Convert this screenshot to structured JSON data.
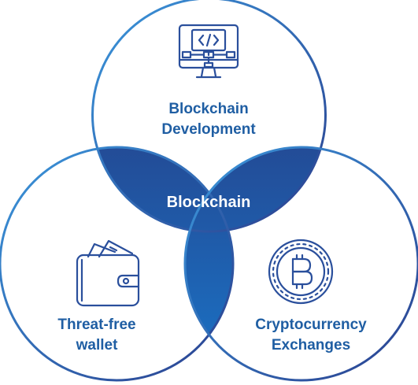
{
  "diagram": {
    "center_label": "Blockchain",
    "circles": [
      {
        "id": "top",
        "lines": [
          "Blockchain",
          "Development"
        ],
        "icon": "computer-code-icon"
      },
      {
        "id": "left",
        "lines": [
          "Threat-free",
          "wallet"
        ],
        "icon": "wallet-icon"
      },
      {
        "id": "right",
        "lines": [
          "Cryptocurrency",
          "Exchanges"
        ],
        "icon": "bitcoin-coin-icon"
      }
    ]
  },
  "colors": {
    "text": "#1f5ea3",
    "center_text": "#ffffff",
    "gradient_start": "#2e8ad6",
    "gradient_end": "#2a3f8e",
    "icon": "#2a4f9c"
  }
}
